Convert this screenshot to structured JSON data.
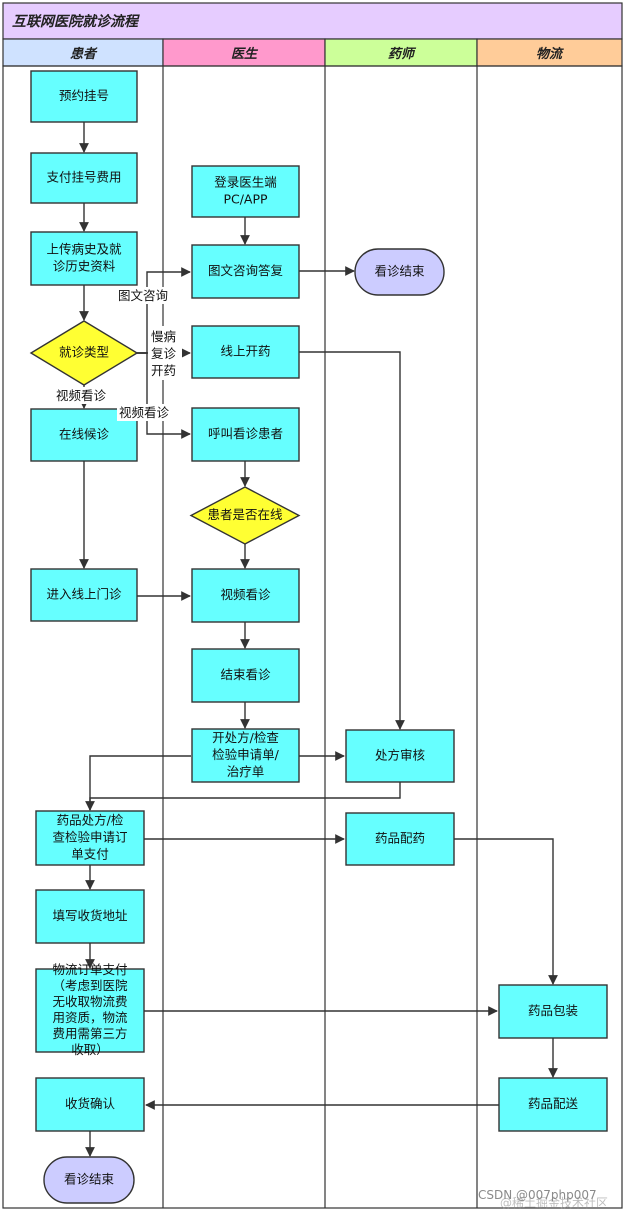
{
  "title": "互联网医院就诊流程",
  "colors": {
    "title_bg": "#e6ccff",
    "lane_patient": "#cfe2ff",
    "lane_doctor": "#ff99cc",
    "lane_pharmacist": "#ccff99",
    "lane_logistics": "#ffcc99",
    "process": "#66ffff",
    "decision": "#ffff33",
    "terminal": "#ccccff",
    "line": "#333333"
  },
  "lanes": {
    "patient": "患者",
    "doctor": "医生",
    "pharmacist": "药师",
    "logistics": "物流"
  },
  "nodes": {
    "book": [
      "预约挂号"
    ],
    "pay_reg": [
      "支付挂号费用"
    ],
    "upload": [
      "上传病史及就",
      "诊历史资料"
    ],
    "visit_type": [
      "就诊类型"
    ],
    "wait": [
      "在线候诊"
    ],
    "enter_visit": [
      "进入线上门诊"
    ],
    "pay_order": [
      "药品处方/检",
      "查检验申请订",
      "单支付"
    ],
    "address": [
      "填写收货地址"
    ],
    "logistics_pay": [
      "物流订单支付",
      "（考虑到医院",
      "无收取物流费",
      "用资质，物流",
      "费用需第三方",
      "收取）"
    ],
    "receipt": [
      "收货确认"
    ],
    "end_patient": [
      "看诊结束"
    ],
    "login": [
      "登录医生端",
      "PC/APP"
    ],
    "reply": [
      "图文咨询答复"
    ],
    "prescribe_online": [
      "线上开药"
    ],
    "call_patient": [
      "呼叫看诊患者"
    ],
    "online_check": [
      "患者是否在线"
    ],
    "video_visit": [
      "视频看诊"
    ],
    "end_visit": [
      "结束看诊"
    ],
    "issue": [
      "开处方/检查",
      "检验申请单/",
      "治疗单"
    ],
    "end_doctor": [
      "看诊结束"
    ],
    "review": [
      "处方审核"
    ],
    "dispense": [
      "药品配药"
    ],
    "package": [
      "药品包装"
    ],
    "deliver": [
      "药品配送"
    ]
  },
  "edge_labels": {
    "text_consult": "图文咨询",
    "chronic": [
      "慢病",
      "复诊",
      "开药"
    ],
    "video_1": "视频看诊",
    "video_2": "视频看诊"
  },
  "watermark": "CSDN @007php007",
  "watermark2": "@稀土掘金技术社区"
}
